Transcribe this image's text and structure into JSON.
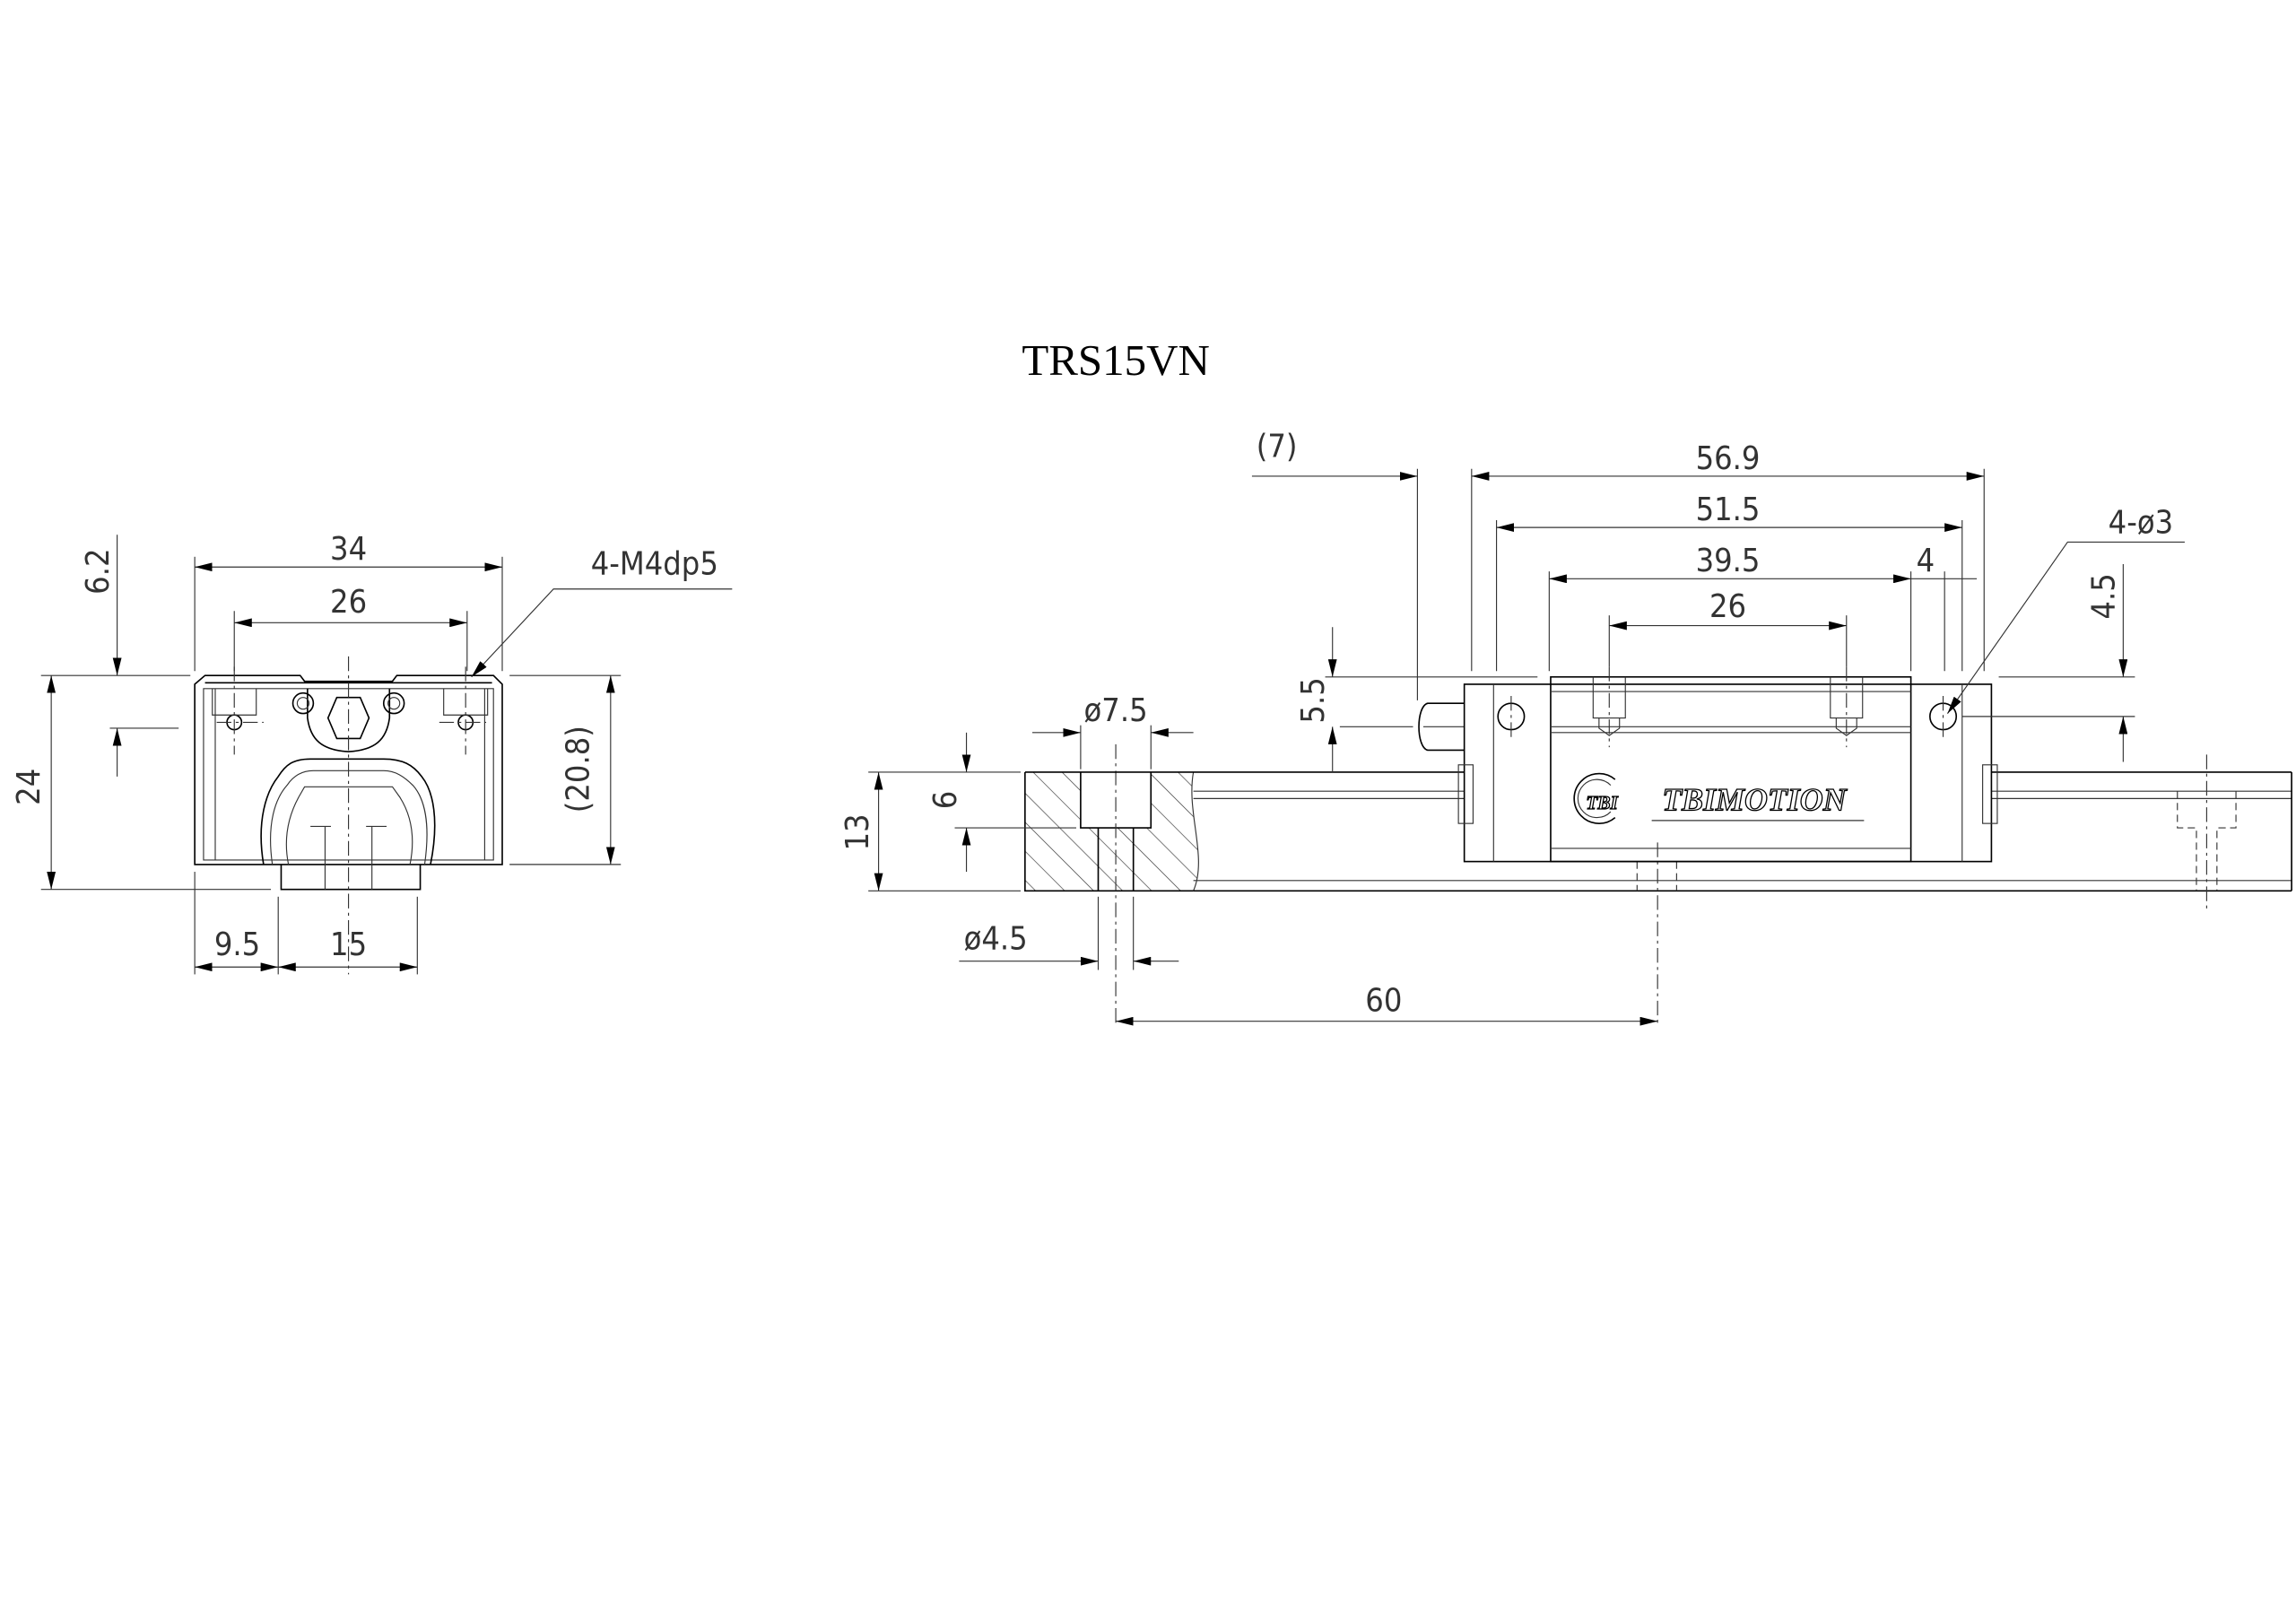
{
  "title": "TRS15VN",
  "front_view": {
    "dims": {
      "width": "34",
      "hole_pitch": "26",
      "hole_height": "6.2",
      "total_height": "24",
      "block_height": "(20.8)",
      "side_offset": "9.5",
      "rail_width": "15",
      "tap_note": "4-M4dp5"
    }
  },
  "side_view": {
    "dims": {
      "nipple": "(7)",
      "overall_length": "56.9",
      "body_with_caps": "51.5",
      "body_length": "39.5",
      "hole_pitch": "26",
      "end_offset": "4",
      "pin_note": "4-ø3",
      "pin_height": "4.5",
      "nipple_height": "5.5",
      "counterbore_dia": "ø7.5",
      "counterbore_depth": "6",
      "rail_height": "13",
      "hole_dia": "ø4.5",
      "hole_pitch_rail": "60"
    },
    "logo": {
      "mark": "TBI",
      "brand": "TBIMOTION"
    }
  }
}
